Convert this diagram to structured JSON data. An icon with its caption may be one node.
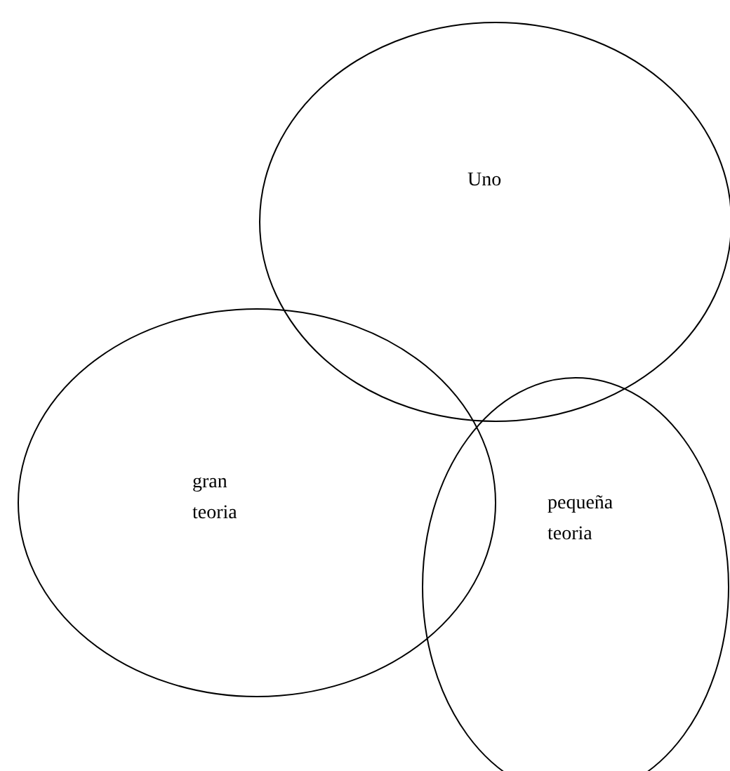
{
  "diagram": {
    "nodes": [
      {
        "text": [
          "Uno"
        ]
      },
      {
        "text": [
          "gran teoria"
        ]
      },
      {
        "text": [
          "pequeña teoria"
        ]
      }
    ]
  }
}
